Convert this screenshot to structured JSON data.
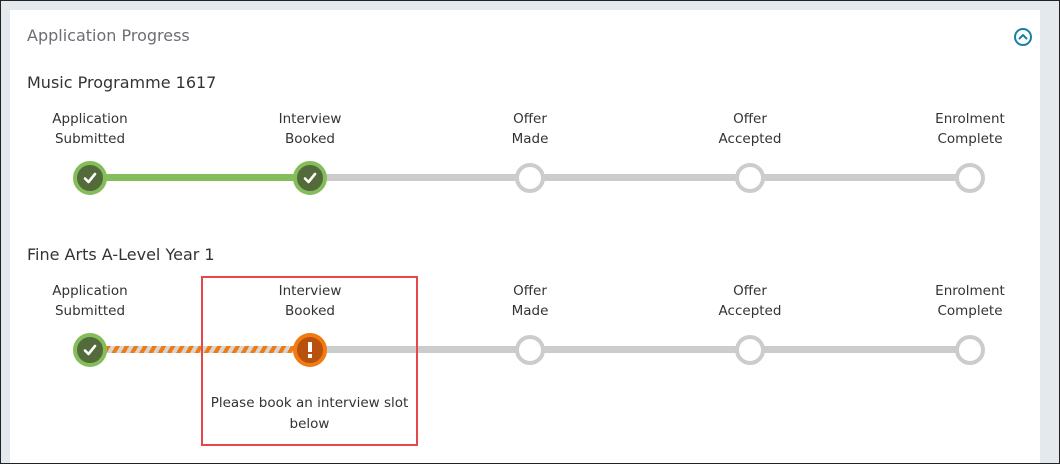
{
  "panel": {
    "title": "Application Progress",
    "collapse_icon": "chevron-up-circle-icon"
  },
  "colors": {
    "complete": "#85bd5a",
    "complete_fill": "#536b3a",
    "pending": "#cccccc",
    "warning": "#f07b12",
    "warning_fill": "#b8500e",
    "highlight": "#e54848",
    "accent": "#1a7fa6"
  },
  "programmes": [
    {
      "title": "Music Programme 1617",
      "steps": [
        {
          "label": "Application\nSubmitted",
          "status": "complete",
          "icon": "check-icon"
        },
        {
          "label": "Interview\nBooked",
          "status": "complete",
          "icon": "check-icon"
        },
        {
          "label": "Offer\nMade",
          "status": "pending"
        },
        {
          "label": "Offer\nAccepted",
          "status": "pending"
        },
        {
          "label": "Enrolment\nComplete",
          "status": "pending"
        }
      ]
    },
    {
      "title": "Fine Arts A-Level Year 1",
      "steps": [
        {
          "label": "Application\nSubmitted",
          "status": "complete",
          "icon": "check-icon"
        },
        {
          "label": "Interview\nBooked",
          "status": "action-required",
          "icon": "exclamation-icon",
          "message": "Please book an interview slot below"
        },
        {
          "label": "Offer\nMade",
          "status": "pending"
        },
        {
          "label": "Offer\nAccepted",
          "status": "pending"
        },
        {
          "label": "Enrolment\nComplete",
          "status": "pending"
        }
      ]
    }
  ]
}
